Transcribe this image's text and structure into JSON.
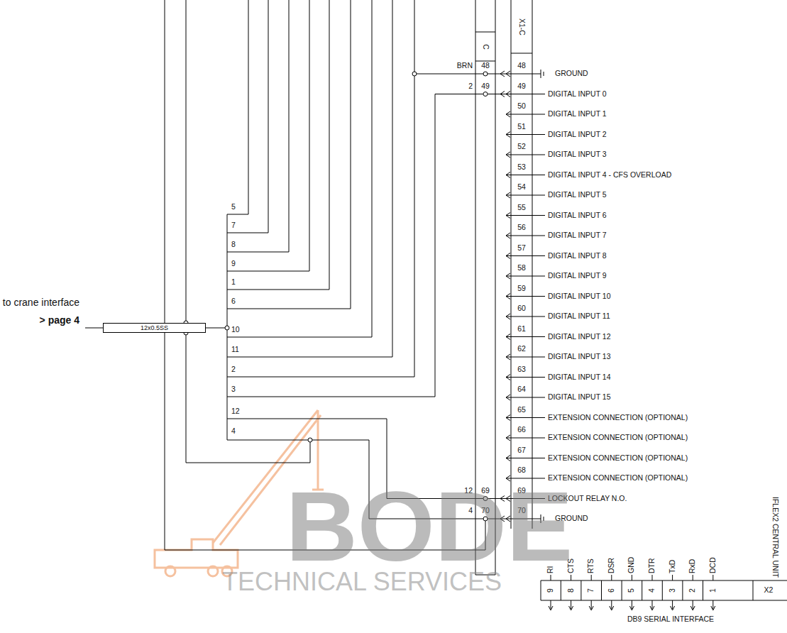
{
  "diagram": {
    "nodes": [
      {
        "text": [
          "12x0.5SS"
        ]
      }
    ],
    "labels": [
      "C",
      "X1-C",
      "BRN",
      "48",
      "48",
      "GROUND",
      "2",
      "49",
      "49",
      "DIGITAL INPUT 0",
      "50",
      "DIGITAL INPUT 1",
      "51",
      "DIGITAL INPUT 2",
      "52",
      "DIGITAL INPUT 3",
      "53",
      "DIGITAL INPUT 4 - CFS OVERLOAD",
      "54",
      "DIGITAL INPUT 5",
      "55",
      "DIGITAL INPUT 6",
      "56",
      "DIGITAL INPUT 7",
      "57",
      "DIGITAL INPUT 8",
      "58",
      "DIGITAL INPUT 9",
      "59",
      "DIGITAL INPUT 10",
      "60",
      "DIGITAL INPUT 11",
      "61",
      "DIGITAL INPUT 12",
      "62",
      "DIGITAL INPUT 13",
      "63",
      "DIGITAL INPUT 14",
      "64",
      "DIGITAL INPUT 15",
      "65",
      "EXTENSION CONNECTION (OPTIONAL)",
      "66",
      "EXTENSION CONNECTION (OPTIONAL)",
      "67",
      "EXTENSION CONNECTION (OPTIONAL)",
      "68",
      "EXTENSION CONNECTION (OPTIONAL)",
      "12",
      "69",
      "69",
      "LOCKOUT RELAY N.O.",
      "4",
      "70",
      "70",
      "GROUND",
      "5",
      "7",
      "8",
      "9",
      "1",
      "6",
      "10",
      "11",
      "2",
      "3",
      "12",
      "4",
      "to crane interface",
      "> page 4",
      "RI",
      "CTS",
      "RTS",
      "DSR",
      "GND",
      "DTR",
      "TxD",
      "RxD",
      "DCD",
      "9",
      "8",
      "7",
      "6",
      "5",
      "4",
      "3",
      "2",
      "1",
      "X2",
      "DB9 SERIAL INTERFACE",
      "IFLEX2 CENTRAL UNIT",
      "BODE",
      "TECHNICAL SERVICES"
    ]
  }
}
